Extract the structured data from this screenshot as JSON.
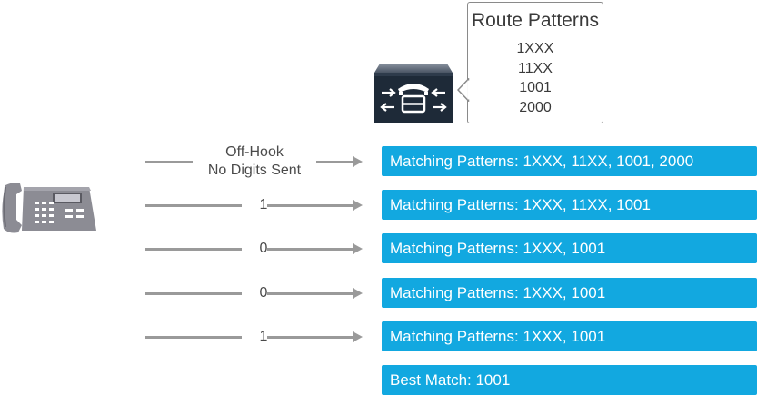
{
  "route_patterns": {
    "title": "Route Patterns",
    "items": [
      "1XXX",
      "11XX",
      "1001",
      "2000"
    ]
  },
  "flow": [
    {
      "input_line1": "Off-Hook",
      "input_line2": "No Digits Sent",
      "result": "Matching Patterns: 1XXX, 11XX, 1001, 2000"
    },
    {
      "input": "1",
      "result": "Matching Patterns: 1XXX, 11XX, 1001"
    },
    {
      "input": "0",
      "result": "Matching Patterns: 1XXX, 1001"
    },
    {
      "input": "0",
      "result": "Matching Patterns: 1XXX, 1001"
    },
    {
      "input": "1",
      "result": "Matching Patterns: 1XXX, 1001"
    }
  ],
  "best_match": "Best Match: 1001",
  "colors": {
    "box_fill": "#12a8e0",
    "arrow": "#9a9a9a",
    "server_dark": "#1e2a38",
    "phone": "#8c8c94"
  },
  "icons": {
    "phone": "desk-phone-icon",
    "server": "call-manager-icon"
  }
}
